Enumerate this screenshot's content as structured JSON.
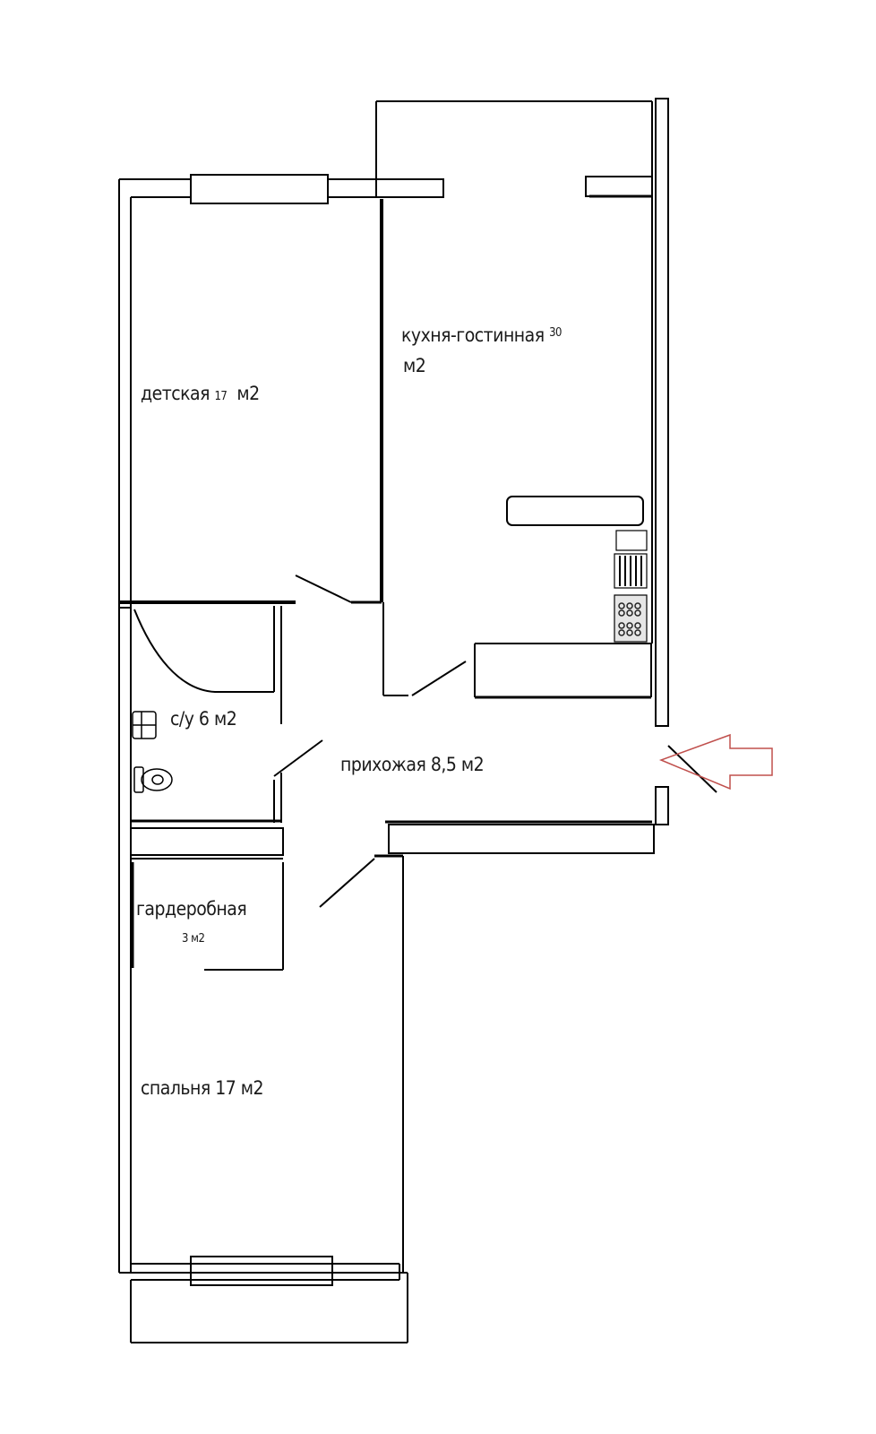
{
  "plan": {
    "type": "apartment-floor-plan",
    "wall_color": "#000000",
    "arrow_color": "#c0504d",
    "rooms": [
      {
        "id": "kids",
        "name": "детская",
        "area_value": "17",
        "area_unit": "м2"
      },
      {
        "id": "kitchen-living",
        "name": "кухня-гостинная",
        "area_value": "30",
        "area_unit": "м2"
      },
      {
        "id": "bathroom",
        "name": "с/у",
        "area_value": "6",
        "area_unit": "м2"
      },
      {
        "id": "hallway",
        "name": "прихожая",
        "area_value": "8,5",
        "area_unit": "м2"
      },
      {
        "id": "wardrobe",
        "name": "гардеробная",
        "area_value": "3",
        "area_unit": "м2"
      },
      {
        "id": "bedroom",
        "name": "спальня",
        "area_value": "17",
        "area_unit": "м2"
      }
    ],
    "labels": {
      "kids": "детская",
      "kids_area": "17",
      "kids_unit": "м2",
      "kitchen": "кухня-гостинная",
      "kitchen_area": "30",
      "kitchen_unit": "м2",
      "bath": "с/у 6 м2",
      "hall": "прихожая 8,5 м2",
      "wardrobe": "гардеробная",
      "wardrobe_area": "3 м2",
      "bedroom": "спальня 17 м2"
    },
    "entrance_arrow": "entrance-arrow"
  }
}
